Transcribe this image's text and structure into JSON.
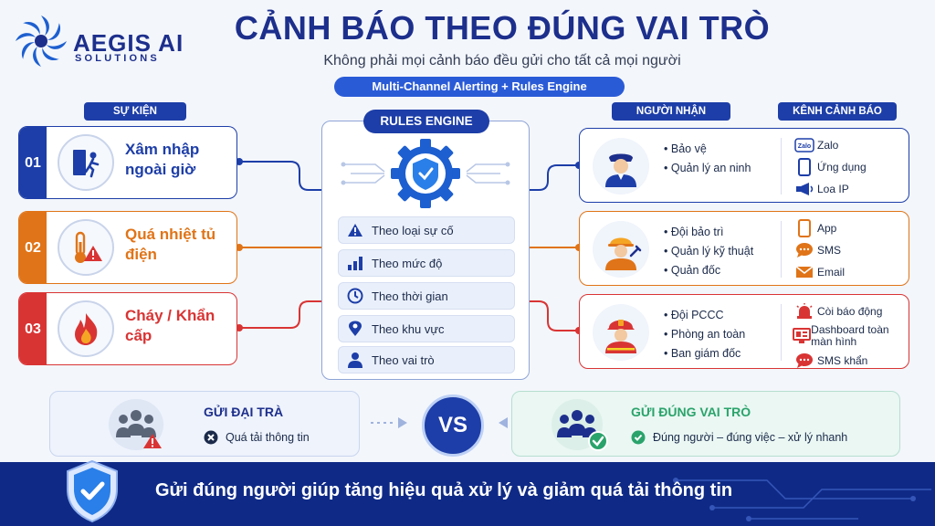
{
  "brand": {
    "name": "AEGIS AI",
    "tagline": "SOLUTIONS"
  },
  "header": {
    "title": "CẢNH BÁO THEO ĐÚNG VAI TRÒ",
    "subtitle": "Không phải mọi cảnh báo đều gửi cho tất cả mọi người",
    "banner": "Multi-Channel Alerting + Rules Engine"
  },
  "columns": {
    "events": "SỰ KIỆN",
    "recipients": "NGƯỜI NHẬN",
    "channels": "KÊNH CẢNH BÁO"
  },
  "events": [
    {
      "num": "01",
      "label": "Xâm nhập ngoài giờ",
      "icon": "intruder-door-icon",
      "color": "#1d3ea8"
    },
    {
      "num": "02",
      "label": "Quá nhiệt tủ điện",
      "icon": "thermometer-warning-icon",
      "color": "#e07418"
    },
    {
      "num": "03",
      "label": "Cháy / Khẩn cấp",
      "icon": "fire-icon",
      "color": "#d93434"
    }
  ],
  "engine": {
    "title": "RULES ENGINE",
    "rules": [
      {
        "label": "Theo loại sự cố",
        "icon": "warning-icon"
      },
      {
        "label": "Theo mức độ",
        "icon": "level-bars-icon"
      },
      {
        "label": "Theo thời gian",
        "icon": "clock-icon"
      },
      {
        "label": "Theo khu vực",
        "icon": "location-pin-icon"
      },
      {
        "label": "Theo vai trò",
        "icon": "person-icon"
      }
    ]
  },
  "recipients": [
    {
      "people": [
        "Bảo vệ",
        "Quản lý an ninh"
      ],
      "icon": "security-guard-icon",
      "channels": [
        {
          "label": "Zalo",
          "icon": "zalo-icon"
        },
        {
          "label": "Ứng dụng",
          "icon": "phone-icon"
        },
        {
          "label": "Loa IP",
          "icon": "megaphone-icon"
        }
      ]
    },
    {
      "people": [
        "Đội bảo trì",
        "Quản lý kỹ thuật",
        "Quản đốc"
      ],
      "icon": "technician-icon",
      "channels": [
        {
          "label": "App",
          "icon": "phone-icon"
        },
        {
          "label": "SMS",
          "icon": "sms-icon"
        },
        {
          "label": "Email",
          "icon": "email-icon"
        }
      ]
    },
    {
      "people": [
        "Đội PCCC",
        "Phòng an toàn",
        "Ban giám đốc"
      ],
      "icon": "firefighter-icon",
      "channels": [
        {
          "label": "Còi báo động",
          "icon": "siren-icon"
        },
        {
          "label": "Dashboard toàn màn hình",
          "icon": "dashboard-icon"
        },
        {
          "label": "SMS khẩn",
          "icon": "sms-icon"
        }
      ]
    }
  ],
  "compare": {
    "left": {
      "title": "GỬI ĐẠI TRÀ",
      "desc": "Quá tải thông tin"
    },
    "vs": "VS",
    "right": {
      "title": "GỬI ĐÚNG VAI TRÒ",
      "desc": "Đúng người – đúng việc – xử lý nhanh"
    }
  },
  "footer": {
    "text": "Gửi đúng người giúp tăng hiệu quả xử lý và giảm quá tải thông tin"
  },
  "colors": {
    "navy": "#1d3ea8",
    "orange": "#e07418",
    "red": "#d93434",
    "green": "#2aa36b"
  }
}
